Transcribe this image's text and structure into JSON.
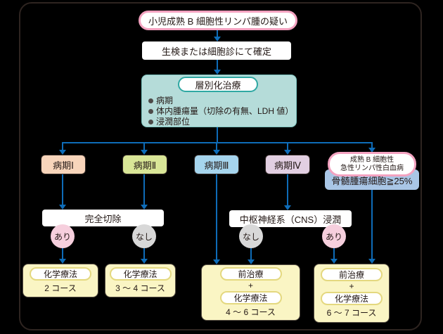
{
  "flow": {
    "suspicion": "小児成熟 B 細胞性リンパ腫の疑い",
    "confirmation": "生検または細胞診にて確定",
    "stratification": {
      "title": "層別化治療",
      "bullets": [
        "病期",
        "体内腫瘍量（切除の有無、LDH 値）",
        "浸潤部位"
      ]
    },
    "stages": [
      {
        "label": "病期Ⅰ"
      },
      {
        "label": "病期Ⅱ"
      },
      {
        "label": "病期Ⅲ"
      },
      {
        "label": "病期Ⅳ"
      }
    ],
    "leukemia": {
      "name_line1": "成熟 B 細胞性",
      "name_line2": "急性リンパ性白血病",
      "criterion": "骨髄腫瘍細胞≧25%"
    },
    "complete_resection": "完全切除",
    "cns_invasion": "中枢神経系（CNS）浸潤",
    "yes_label": "あり",
    "no_label": "なし",
    "outcomes": [
      {
        "therapy": "化学療法",
        "courses": "2 コース"
      },
      {
        "therapy": "化学療法",
        "courses": "3 ～ 4 コース"
      },
      {
        "pre": "前治療",
        "plus": "+",
        "therapy": "化学療法",
        "courses": "4 ～ 6 コース"
      },
      {
        "pre": "前治療",
        "plus": "+",
        "therapy": "化学療法",
        "courses": "6 ～ 7 コース"
      }
    ]
  },
  "colors": {
    "background": "#000000",
    "frame_border": "#2e2420",
    "arrow_blue": "#0e6cb8",
    "suspicion_border_pink": "#f3a2c0",
    "stratification_fill_teal": "#b5dcd9",
    "stratification_pill_border_teal": "#2fa8a3",
    "stage1_fill": "#f8d5bb",
    "stage2_fill": "#d9e697",
    "stage3_fill": "#a6d5ee",
    "stage4_fill": "#e2cfe2",
    "leukemia_sub_fill": "#a9c6e6",
    "yes_circle_fill": "#f6cfdd",
    "no_circle_fill": "#d8d8d8",
    "outcome_fill": "#faf5c4",
    "outcome_pill_border": "#e4d87f",
    "text": "#231815"
  }
}
